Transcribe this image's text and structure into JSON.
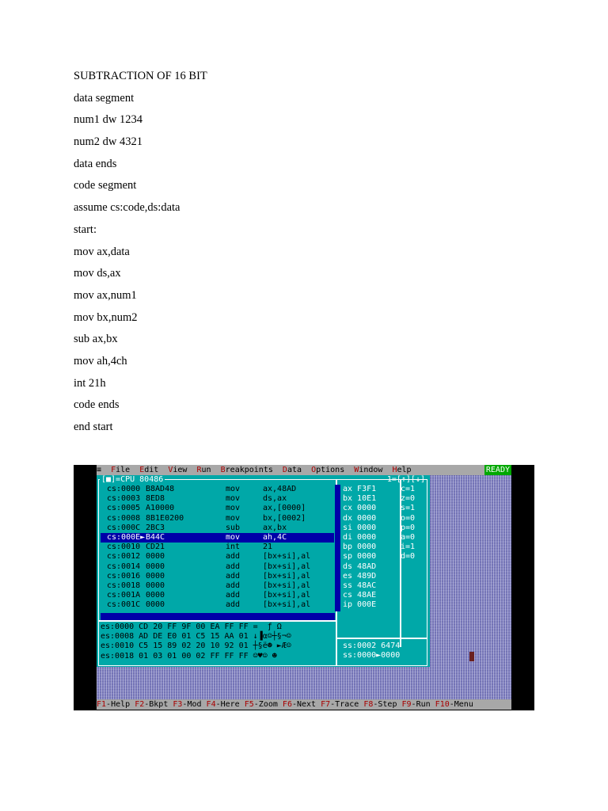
{
  "document": {
    "lines": [
      "SUBTRACTION OF 16 BIT",
      "data segment",
      "num1 dw 1234",
      "num2 dw 4321",
      "data ends",
      "code segment",
      "assume cs:code,ds:data",
      "start:",
      "mov ax,data",
      "mov ds,ax",
      "mov ax,num1",
      "mov bx,num2",
      "sub ax,bx",
      "mov ah,4ch",
      "int 21h",
      "code ends",
      "end start"
    ]
  },
  "debugger": {
    "menu": {
      "system": "≡",
      "items": [
        {
          "hot": "F",
          "rest": "ile"
        },
        {
          "hot": "E",
          "rest": "dit"
        },
        {
          "hot": "V",
          "rest": "iew"
        },
        {
          "hot": "R",
          "rest": "un"
        },
        {
          "hot": "B",
          "rest": "reakpoints"
        },
        {
          "hot": "D",
          "rest": "ata"
        },
        {
          "hot": "O",
          "rest": "ptions"
        },
        {
          "hot": "W",
          "rest": "indow"
        },
        {
          "hot": "H",
          "rest": "elp"
        }
      ],
      "status": "READY"
    },
    "cpu_window": {
      "title": "[■]=CPU 80486",
      "controls": "1=[↑][↓]",
      "disassembly": [
        {
          "addr": "cs:0000",
          "bytes": "B8AD48",
          "op": "mov",
          "args": "ax,48AD"
        },
        {
          "addr": "cs:0003",
          "bytes": "8ED8",
          "op": "mov",
          "args": "ds,ax"
        },
        {
          "addr": "cs:0005",
          "bytes": "A10000",
          "op": "mov",
          "args": "ax,[0000]"
        },
        {
          "addr": "cs:0008",
          "bytes": "8B1E0200",
          "op": "mov",
          "args": "bx,[0002]"
        },
        {
          "addr": "cs:000C",
          "bytes": "2BC3",
          "op": "sub",
          "args": "ax,bx"
        },
        {
          "addr": "cs:000E►",
          "bytes": "B44C",
          "op": "mov",
          "args": "ah,4C"
        },
        {
          "addr": "cs:0010",
          "bytes": "CD21",
          "op": "int",
          "args": "21"
        },
        {
          "addr": "cs:0012",
          "bytes": "0000",
          "op": "add",
          "args": "[bx+si],al"
        },
        {
          "addr": "cs:0014",
          "bytes": "0000",
          "op": "add",
          "args": "[bx+si],al"
        },
        {
          "addr": "cs:0016",
          "bytes": "0000",
          "op": "add",
          "args": "[bx+si],al"
        },
        {
          "addr": "cs:0018",
          "bytes": "0000",
          "op": "add",
          "args": "[bx+si],al"
        },
        {
          "addr": "cs:001A",
          "bytes": "0000",
          "op": "add",
          "args": "[bx+si],al"
        },
        {
          "addr": "cs:001C",
          "bytes": "0000",
          "op": "add",
          "args": "[bx+si],al"
        }
      ],
      "selected_index": 5,
      "registers": [
        {
          "name": "ax",
          "value": "F3F1"
        },
        {
          "name": "bx",
          "value": "10E1"
        },
        {
          "name": "cx",
          "value": "0000"
        },
        {
          "name": "dx",
          "value": "0000"
        },
        {
          "name": "si",
          "value": "0000"
        },
        {
          "name": "di",
          "value": "0000"
        },
        {
          "name": "bp",
          "value": "0000"
        },
        {
          "name": "sp",
          "value": "0000"
        },
        {
          "name": "ds",
          "value": "48AD"
        },
        {
          "name": "es",
          "value": "489D"
        },
        {
          "name": "ss",
          "value": "48AC"
        },
        {
          "name": "cs",
          "value": "48AE"
        },
        {
          "name": "ip",
          "value": "000E"
        }
      ],
      "flags": [
        "c=1",
        "z=0",
        "s=1",
        "o=0",
        "p=0",
        "a=0",
        "i=1",
        "d=0"
      ],
      "dump": [
        "es:0000 CD 20 FF 9F 00 EA FF FF =  ƒ Ω",
        "es:0008 AD DE E0 01 C5 15 AA 01 ↓▐α☺┼§¬☺",
        "es:0010 C5 15 89 02 20 10 92 01 ┼§ë☻ ►Æ☺",
        "es:0018 01 03 01 00 02 FF FF FF ☺♥☺ ☻ "
      ],
      "stack": [
        "ss:0002 6474",
        "ss:0000►0000"
      ]
    },
    "fkeys": [
      {
        "key": "F1",
        "label": "-Help"
      },
      {
        "key": "F2",
        "label": "-Bkpt"
      },
      {
        "key": "F3",
        "label": "-Mod"
      },
      {
        "key": "F4",
        "label": "-Here"
      },
      {
        "key": "F5",
        "label": "-Zoom"
      },
      {
        "key": "F6",
        "label": "-Next"
      },
      {
        "key": "F7",
        "label": "-Trace"
      },
      {
        "key": "F8",
        "label": "-Step"
      },
      {
        "key": "F9",
        "label": "-Run"
      },
      {
        "key": "F10",
        "label": "-Menu"
      }
    ]
  }
}
